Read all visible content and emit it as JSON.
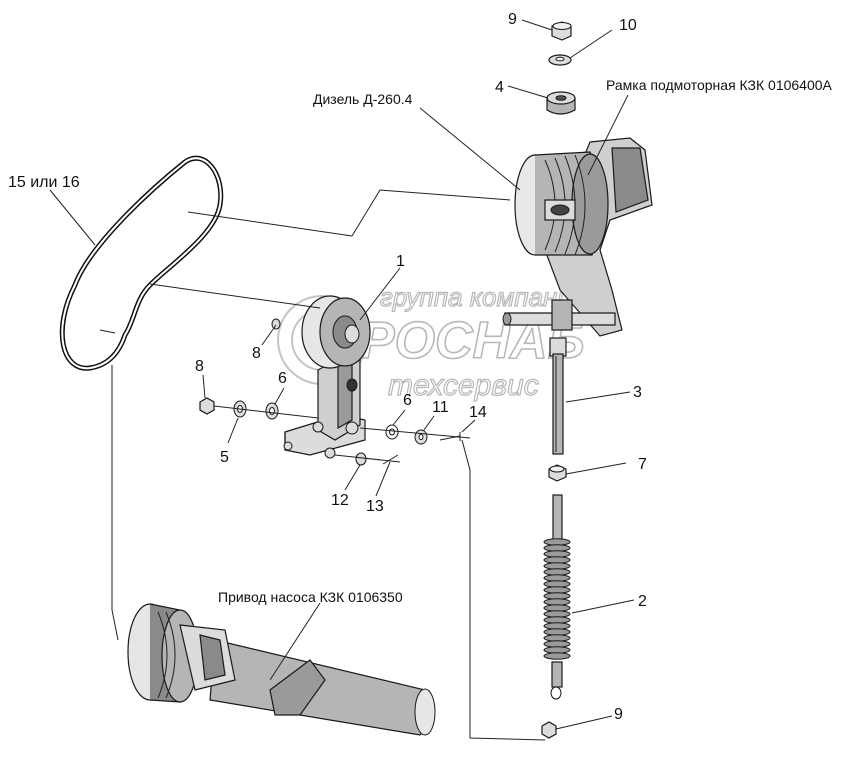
{
  "labels": {
    "frame": "Рамка подмоторная КЗК 0106400А",
    "diesel": "Дизель Д-260.4",
    "pump_drive": "Привод насоса КЗК 0106350",
    "belt": "15 или 16"
  },
  "numbers": {
    "n1": "1",
    "n2": "2",
    "n3": "3",
    "n4": "4",
    "n5": "5",
    "n6a": "6",
    "n6b": "6",
    "n7": "7",
    "n8a": "8",
    "n8b": "8",
    "n9a": "9",
    "n9b": "9",
    "n10": "10",
    "n11": "11",
    "n12": "12",
    "n13": "13",
    "n14": "14"
  },
  "watermark": {
    "line1": "группа компаний",
    "line2": "ГРОСНАБ",
    "line3": "техсервис"
  },
  "colors": {
    "ink": "#111111",
    "fill_dark": "#8a8a8a",
    "fill_mid": "#b5b5b5",
    "fill_light": "#dcdcdc",
    "watermark": "#b8b8b8"
  }
}
